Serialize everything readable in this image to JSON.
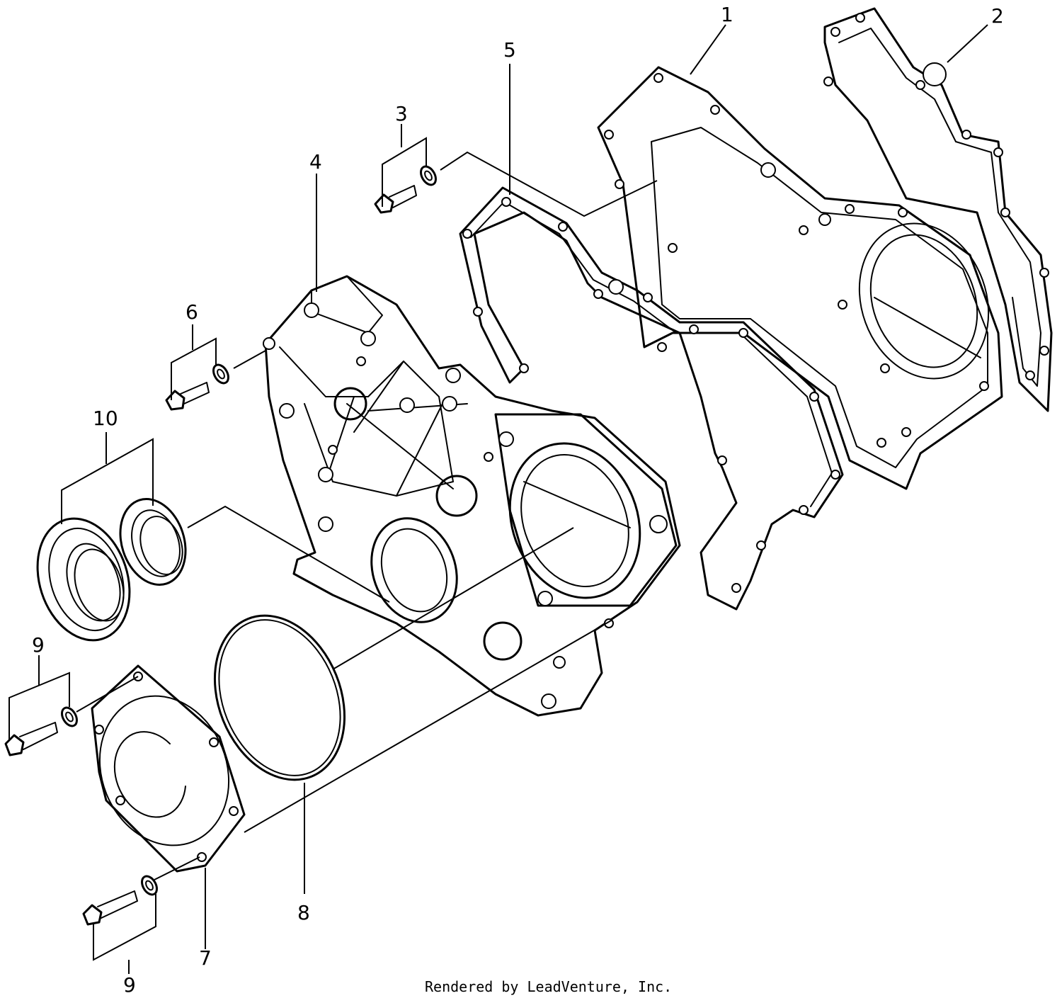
{
  "callouts": {
    "c1": "1",
    "c2": "2",
    "c3": "3",
    "c4": "4",
    "c5": "5",
    "c6": "6",
    "c7": "7",
    "c8": "8",
    "c9a": "9",
    "c9b": "9",
    "c10": "10"
  },
  "footer": "Rendered by LeadVenture, Inc."
}
